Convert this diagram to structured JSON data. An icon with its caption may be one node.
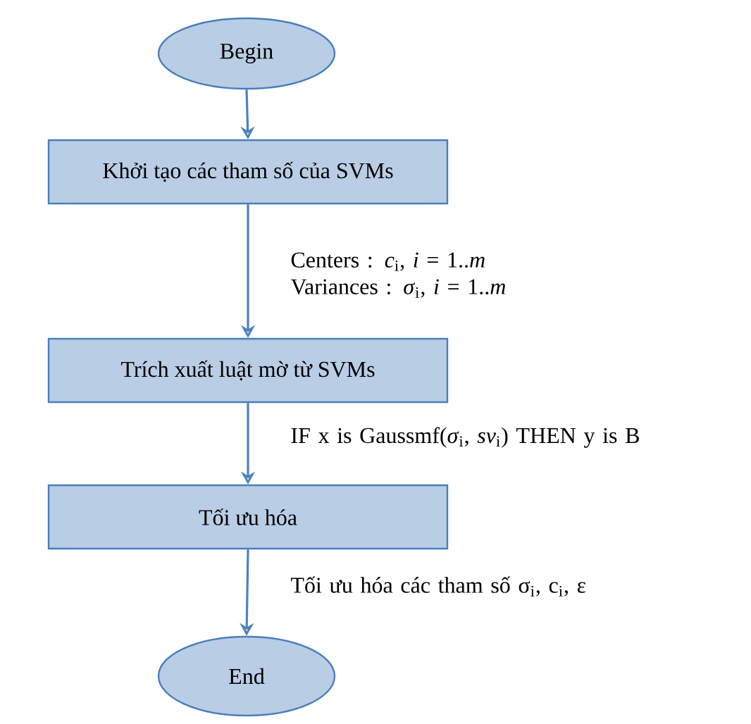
{
  "diagram": {
    "nodes": [
      {
        "text": [
          "Begin"
        ]
      },
      {
        "text": [
          "Khởi tạo các tham số của SVMs"
        ]
      },
      {
        "text": [
          "Trích xuất luật mờ từ SVMs"
        ]
      },
      {
        "text": [
          "Tối ưu hóa"
        ]
      },
      {
        "text": [
          "End"
        ]
      }
    ],
    "edges": [
      {
        "from": 0,
        "to": 1,
        "arrow": "to"
      },
      {
        "from": 1,
        "to": 2,
        "arrow": "to",
        "label": "Centers : *c*$_{i}$, *i* = 1..*m* Variances : *σ*$_{i}$, *i* = 1..*m*"
      },
      {
        "from": 2,
        "to": 3,
        "arrow": "to",
        "label": "IF x is Gaussmf(*σ*$_{i}$, *sv*$_{i}$) THEN y is B"
      },
      {
        "from": 3,
        "to": 4,
        "arrow": "to",
        "label": "Tối ưu hóa các tham số σ$_{i}$, c$_{i}$, ε"
      }
    ]
  }
}
